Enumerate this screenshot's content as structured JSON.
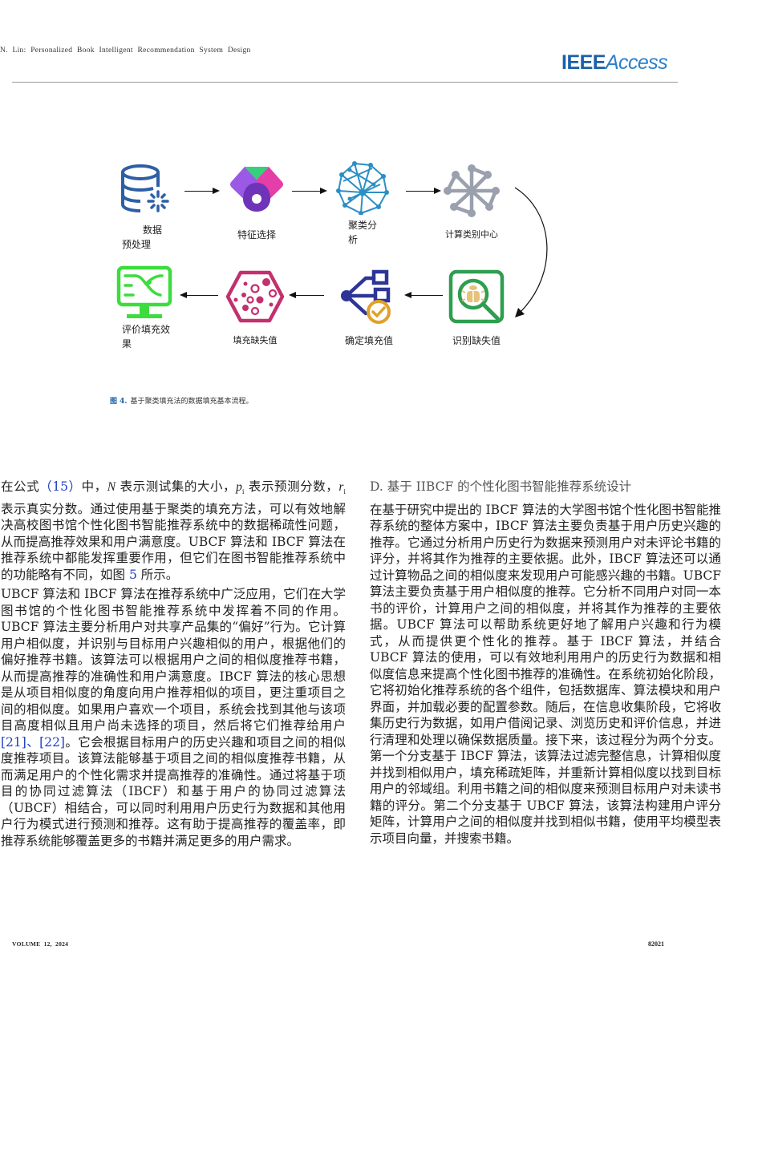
{
  "header": {
    "running_head": "N. Lin: Personalized Book Intelligent Recommendation System Design",
    "logo_ieee": "IEEE",
    "logo_access": "Access"
  },
  "figure": {
    "nodes": [
      {
        "id": "data-preprocess",
        "label_line1": "数据",
        "label_line2": "预处理",
        "icon": "database-icon",
        "color": "#2d5fa6"
      },
      {
        "id": "feature-select",
        "label_line1": "特征选择",
        "label_line2": "",
        "icon": "feature-gem-icon",
        "color": "#8a4fd8"
      },
      {
        "id": "cluster-analysis",
        "label_line1": "聚类分",
        "label_line2": "析",
        "icon": "network-sphere-icon",
        "color": "#2b8fc4"
      },
      {
        "id": "compute-center",
        "label_line1": "计算类别中心",
        "label_line2": "",
        "icon": "hub-icon",
        "color": "#9aa0ad"
      },
      {
        "id": "identify-missing",
        "label_line1": "识别缺失值",
        "label_line2": "",
        "icon": "bug-search-icon",
        "color": "#2e9e4f"
      },
      {
        "id": "determine-fill",
        "label_line1": "确定填充值",
        "label_line2": "",
        "icon": "branch-check-icon",
        "color": "#2e3596"
      },
      {
        "id": "fill-missing",
        "label_line1": "填充缺失值",
        "label_line2": "",
        "icon": "hexagon-dots-icon",
        "color": "#c2306f"
      },
      {
        "id": "evaluate-fill",
        "label_line1": "评价填充效",
        "label_line2": "果",
        "icon": "monitor-icon",
        "color": "#3ddc3d"
      }
    ],
    "caption_num": "图 4.",
    "caption_text": "基于聚类填充法的数据填充基本流程。"
  },
  "left_column": {
    "p1": {
      "a": "在公式",
      "eq_ref": "（15）",
      "b": "中，",
      "N": "N",
      "c": " 表示测试集的大小，",
      "p": "p",
      "p_sub": "i",
      "d": " 表示预测分数，",
      "r": "r",
      "r_sub": "i",
      "e": " 表示真实分数。通过使用基于聚类的填充方法，可以有效地解决高校图书馆个性化图书智能推荐系统中的数据稀疏性问题，从而提高推荐效果和用户满意度。UBCF 算法和 IBCF 算法在推荐系统中都能发挥重要作用，但它们在图书智能推荐系统中的功能略有不同，如图 ",
      "fig_ref": "5",
      "f": " 所示。"
    },
    "p2": {
      "a": "UBCF 算法和 IBCF 算法在推荐系统中广泛应用，它们在大学图书馆的个性化图书智能推荐系统中发挥着不同的作用。UBCF 算法主要分析用户对共享产品集的“偏好”行为。它计算用户相似度，并识别与目标用户兴趣相似的用户，根据他们的偏好推荐书籍。该算法可以根据用户之间的相似度推荐书籍，从而提高推荐的准确性和用户满意度。IBCF 算法的核心思想是从项目相似度的角度向用户推荐相似的项目，更注重项目之间的相似度。如果用户喜欢一个项目，系统会找到其他与该项目高度相似且用户尚未选择的项目，然后将它们推荐给用户",
      "ref1": "[21]",
      "sep": "、",
      "ref2": "[22]",
      "b": "。它会根据目标用户的历史兴趣和项目之间的相似度推荐项目。该算法能够基于项目之间的相似度推荐书籍，从而满足用户的个性化需求并提高推荐的准确性。通过将基于项目的协同过滤算法（IBCF）和基于用户的协同过滤算法（UBCF）相结合，可以同时利用用户历史行为数据和其他用户行为模式进行预测和推荐。这有助于提高推荐的覆盖率，即推荐系统能够覆盖更多的书籍并满足更多的用户需求。"
    }
  },
  "right_column": {
    "section_heading": "D.  基于  IIBCF  的个性化图书智能推荐系统设计",
    "p1": "在基于研究中提出的 IBCF 算法的大学图书馆个性化图书智能推荐系统的整体方案中，IBCF 算法主要负责基于用户历史兴趣的推荐。它通过分析用户历史行为数据来预测用户对未评论书籍的评分，并将其作为推荐的主要依据。此外，IBCF 算法还可以通过计算物品之间的相似度来发现用户可能感兴趣的书籍。UBCF 算法主要负责基于用户相似度的推荐。它分析不同用户对同一本书的评价，计算用户之间的相似度，并将其作为推荐的主要依据。UBCF 算法可以帮助系统更好地了解用户兴趣和行为模式，从而提供更个性化的推荐。基于 IBCF 算法，并结合 UBCF 算法的使用，可以有效地利用用户的历史行为数据和相似度信息来提高个性化图书推荐的准确性。在系统初始化阶段，它将初始化推荐系统的各个组件，包括数据库、算法模块和用户界面，并加载必要的配置参数。随后，在信息收集阶段，它将收集历史行为数据，如用户借阅记录、浏览历史和评价信息，并进行清理和处理以确保数据质量。接下来，该过程分为两个分支。第一个分支基于 IBCF 算法，该算法过滤完整信息，计算相似度并找到相似用户，填充稀疏矩阵，并重新计算相似度以找到目标用户的邻域组。利用书籍之间的相似度来预测目标用户对未读书籍的评分。第二个分支基于 UBCF 算法，该算法构建用户评分矩阵，计算用户之间的相似度并找到相似书籍，使用平均模型表示项目向量，并搜索书籍。"
  },
  "footer": {
    "volume": "VOLUME 12, 2024",
    "page_number": "82021"
  }
}
